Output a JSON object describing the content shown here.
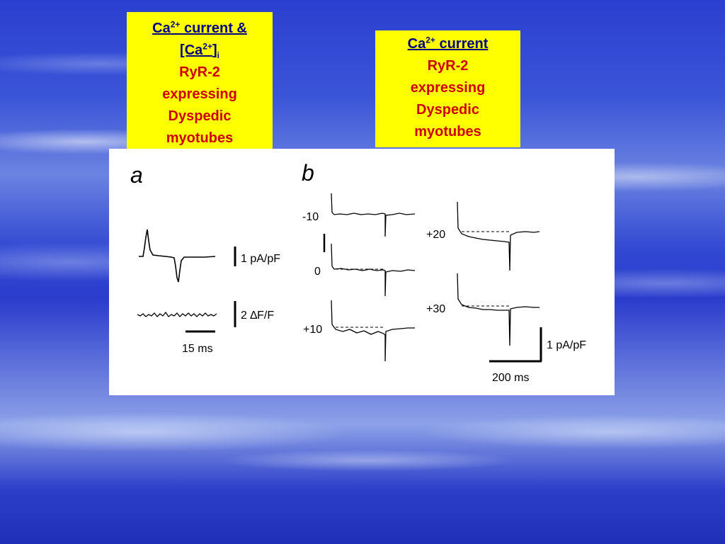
{
  "label_left": {
    "line1": "Ca",
    "line1_sup": "2+",
    "line1_rest": " current &",
    "line2": "[Ca",
    "line2_sup": "2+",
    "line2_close": "]",
    "line2_sub": "i",
    "line3": "RyR-2",
    "line4": "expressing",
    "line5": "Dyspedic",
    "line6": "myotubes"
  },
  "label_right": {
    "line1": "Ca",
    "line1_sup": "2+",
    "line1_rest": " current",
    "line3": "RyR-2",
    "line4": "expressing",
    "line5": "Dyspedic",
    "line6": "myotubes"
  },
  "figure": {
    "panel_a": {
      "label": "a",
      "current_scale": "1 pA/pF",
      "fluor_scale": "2 ∆F/F",
      "time_scale": "15 ms"
    },
    "panel_b": {
      "label": "b",
      "voltages": [
        "-10",
        "0",
        "+10",
        "+20",
        "+30"
      ],
      "current_scale": "1 pA/pF",
      "time_scale": "200 ms"
    }
  }
}
